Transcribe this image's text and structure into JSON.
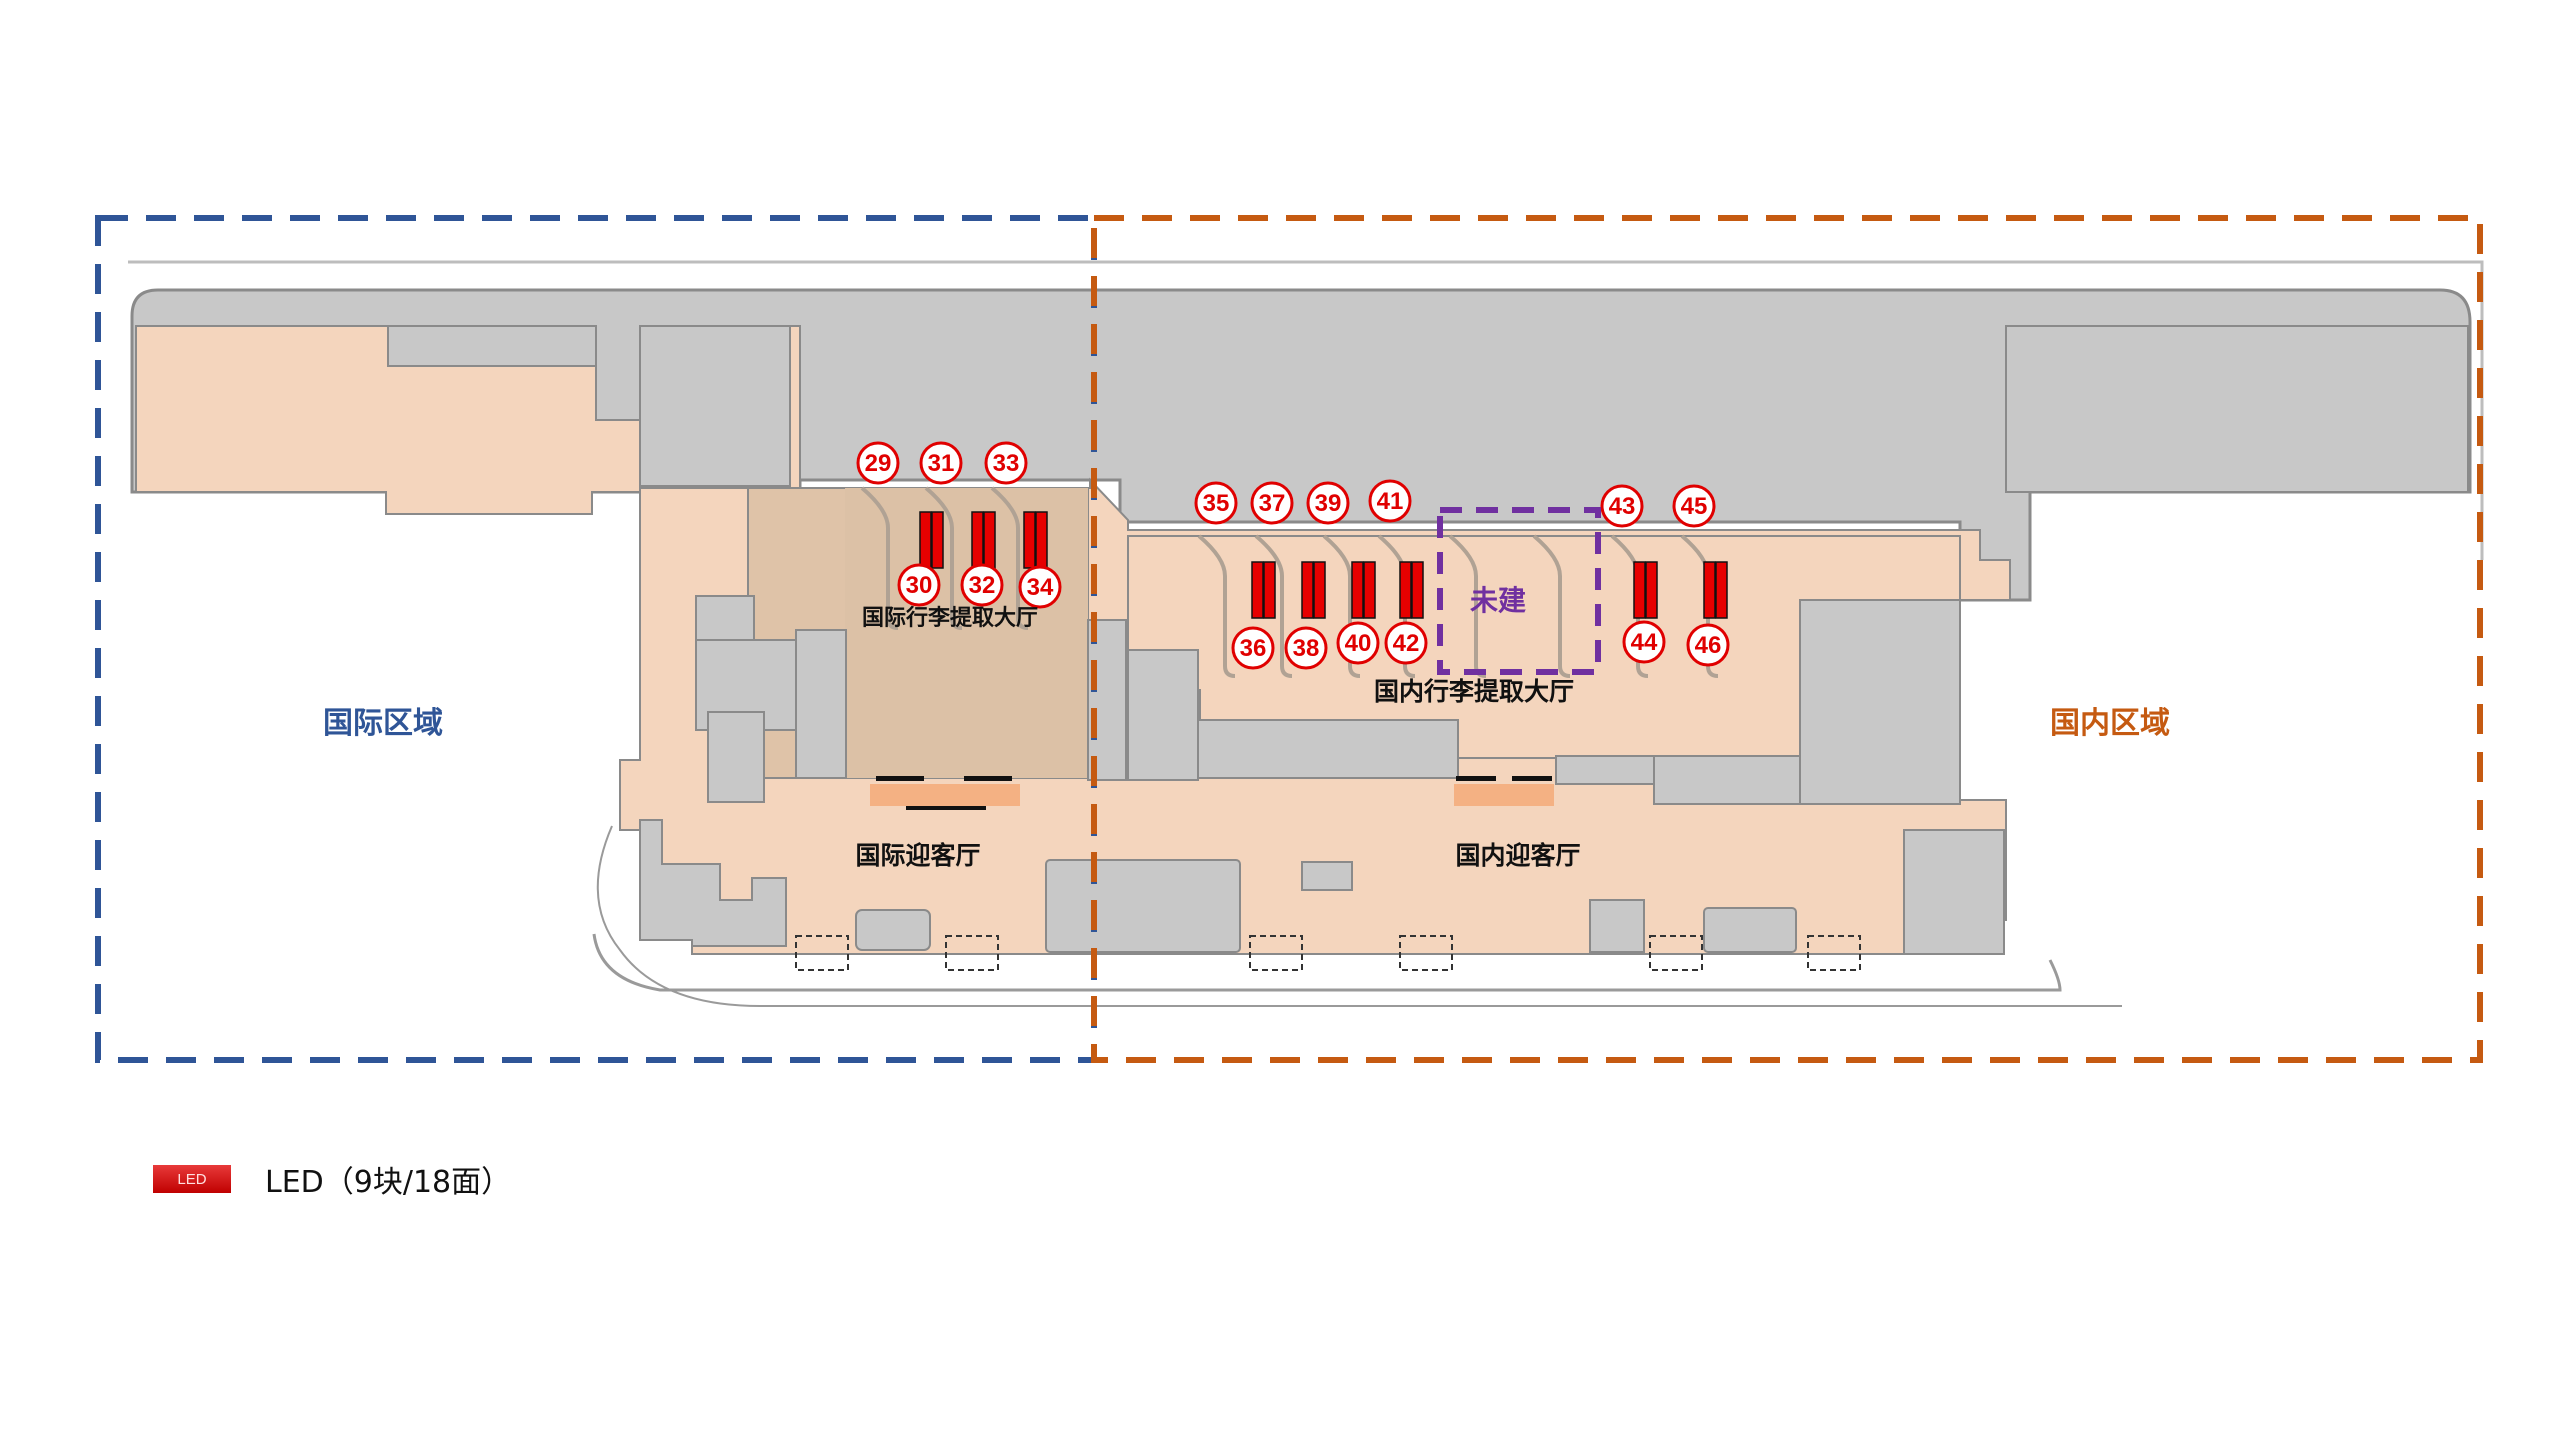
{
  "zones": {
    "international": {
      "label": "国际区域",
      "color": "#2f5597"
    },
    "domestic": {
      "label": "国内区域",
      "color": "#c55a11"
    }
  },
  "halls": {
    "intl_baggage": "国际行李提取大厅",
    "dom_baggage": "国内行李提取大厅",
    "intl_arrival": "国际迎客厅",
    "dom_arrival": "国内迎客厅"
  },
  "unbuilt": {
    "label": "未建",
    "color": "#7030a0"
  },
  "markers": [
    "29",
    "30",
    "31",
    "32",
    "33",
    "34",
    "35",
    "36",
    "37",
    "38",
    "39",
    "40",
    "41",
    "42",
    "43",
    "44",
    "45",
    "46"
  ],
  "legend": {
    "swatch_text": "LED",
    "label": "LED（9块/18面）"
  },
  "colors": {
    "led": "#e60000",
    "floor": "#f4d5bd",
    "floor_dark": "#dfc3a8",
    "wall": "#c8c8c8",
    "marker": "#e00000"
  }
}
